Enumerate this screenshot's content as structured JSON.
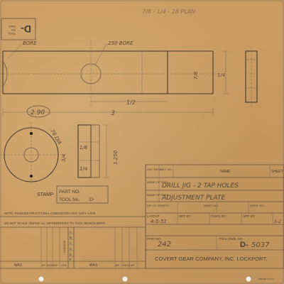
{
  "top_corner": {
    "tool_label": "TOOL",
    "no_label": "NO.",
    "dwg_label": "DWG.",
    "code": "D-"
  },
  "top_handwritten_note": "7/8 - 1/4 - 28 PLAN",
  "drawing": {
    "bore_label_left": "BORE",
    "bore_label_right": ".250 BORE",
    "dim_circled": "2.90",
    "dim_length": "3",
    "dim_half": "1/2",
    "dim_right_1": "7/8",
    "dim_right_2": "1/4",
    "dim_dia": ".78 DIA",
    "dim_side_height": "1.250",
    "dim_side_a": "3/4",
    "dim_side_b": "1/8",
    "dim_side_c": "1/4"
  },
  "stamp": {
    "stamp_label": "STAMP",
    "part_no_label": "PART NO.",
    "tool_no_label": "TOOL No.",
    "tool_no_value": "D-"
  },
  "notes": {
    "tolerance": "NOTE: FINISHED FRACTIONAL DIMENSIONS MAY VARY ±.005",
    "scale": "DO NOT SCALE: REFER ALL DIFFERENCES TO TOOL DESIGN DEPT."
  },
  "revisions": {
    "letters_left": [
      "A",
      "B",
      "C",
      "D",
      "E",
      "F"
    ],
    "letters_right": [
      "A",
      "B",
      "C",
      "D",
      "E",
      "F"
    ],
    "change_label": "CHANGE",
    "col_was": "WAS",
    "col_by": "BY",
    "col_date": "DATE",
    "col_ap": "AP.",
    "col_ltr": "LTR."
  },
  "title_block": {
    "ant_reqd_label": "ANT. REQD.",
    "det_no_label": "DET. NO.",
    "name_label": "NAME",
    "sheet_label": "SHEET",
    "name_of_tool_label": "NAME OF TOOL",
    "tool_name": "DRILL JIG - 2 TAP HOLES",
    "name_of_part_label": "NAME OF PART",
    "part_name": "ADJUSTMENT PLATE",
    "no_of_sheets_label": "NO. OF SHEETS",
    "sheet_no_label": "SHEET NO.",
    "oper_no_label": "OPER. NO.",
    "layout_label": "LAYOUT",
    "det_by_label": "DET. BY",
    "chkd_by_label": "CHKD. BY",
    "app_by_label": "APP. BY",
    "layout_value": "4-5-51",
    "app_value": "5-2",
    "part_no_label": "PART NO.",
    "part_no_value": "242",
    "tool_dwg_label": "TOOL DWG. NO.",
    "tool_dwg_prefix": "D-",
    "tool_dwg_value": "5037",
    "company": "COVERT GEAR COMPANY, INC. LOCKPORT,",
    "printer_mark": "PRINTED IN U.S.A."
  }
}
